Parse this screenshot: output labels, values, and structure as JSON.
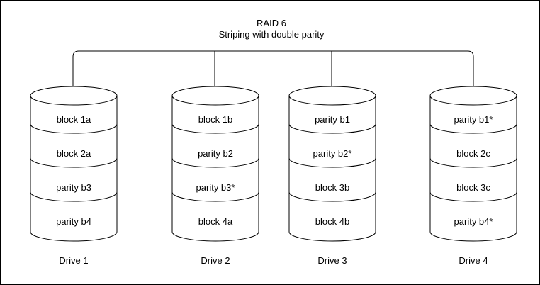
{
  "title": "RAID 6",
  "subtitle": "Striping with double parity",
  "drives": [
    {
      "label": "Drive 1",
      "blocks": [
        "block 1a",
        "block 2a",
        "parity b3",
        "parity b4"
      ]
    },
    {
      "label": "Drive 2",
      "blocks": [
        "block 1b",
        "parity b2",
        "parity b3*",
        "block 4a"
      ]
    },
    {
      "label": "Drive 3",
      "blocks": [
        "parity b1",
        "parity b2*",
        "block 3b",
        "block 4b"
      ]
    },
    {
      "label": "Drive 4",
      "blocks": [
        "parity b1*",
        "block 2c",
        "block 3c",
        "parity b4*"
      ]
    }
  ],
  "colors": {
    "stroke": "#000000",
    "text": "#000000",
    "background": "#ffffff",
    "border": "#000000"
  }
}
